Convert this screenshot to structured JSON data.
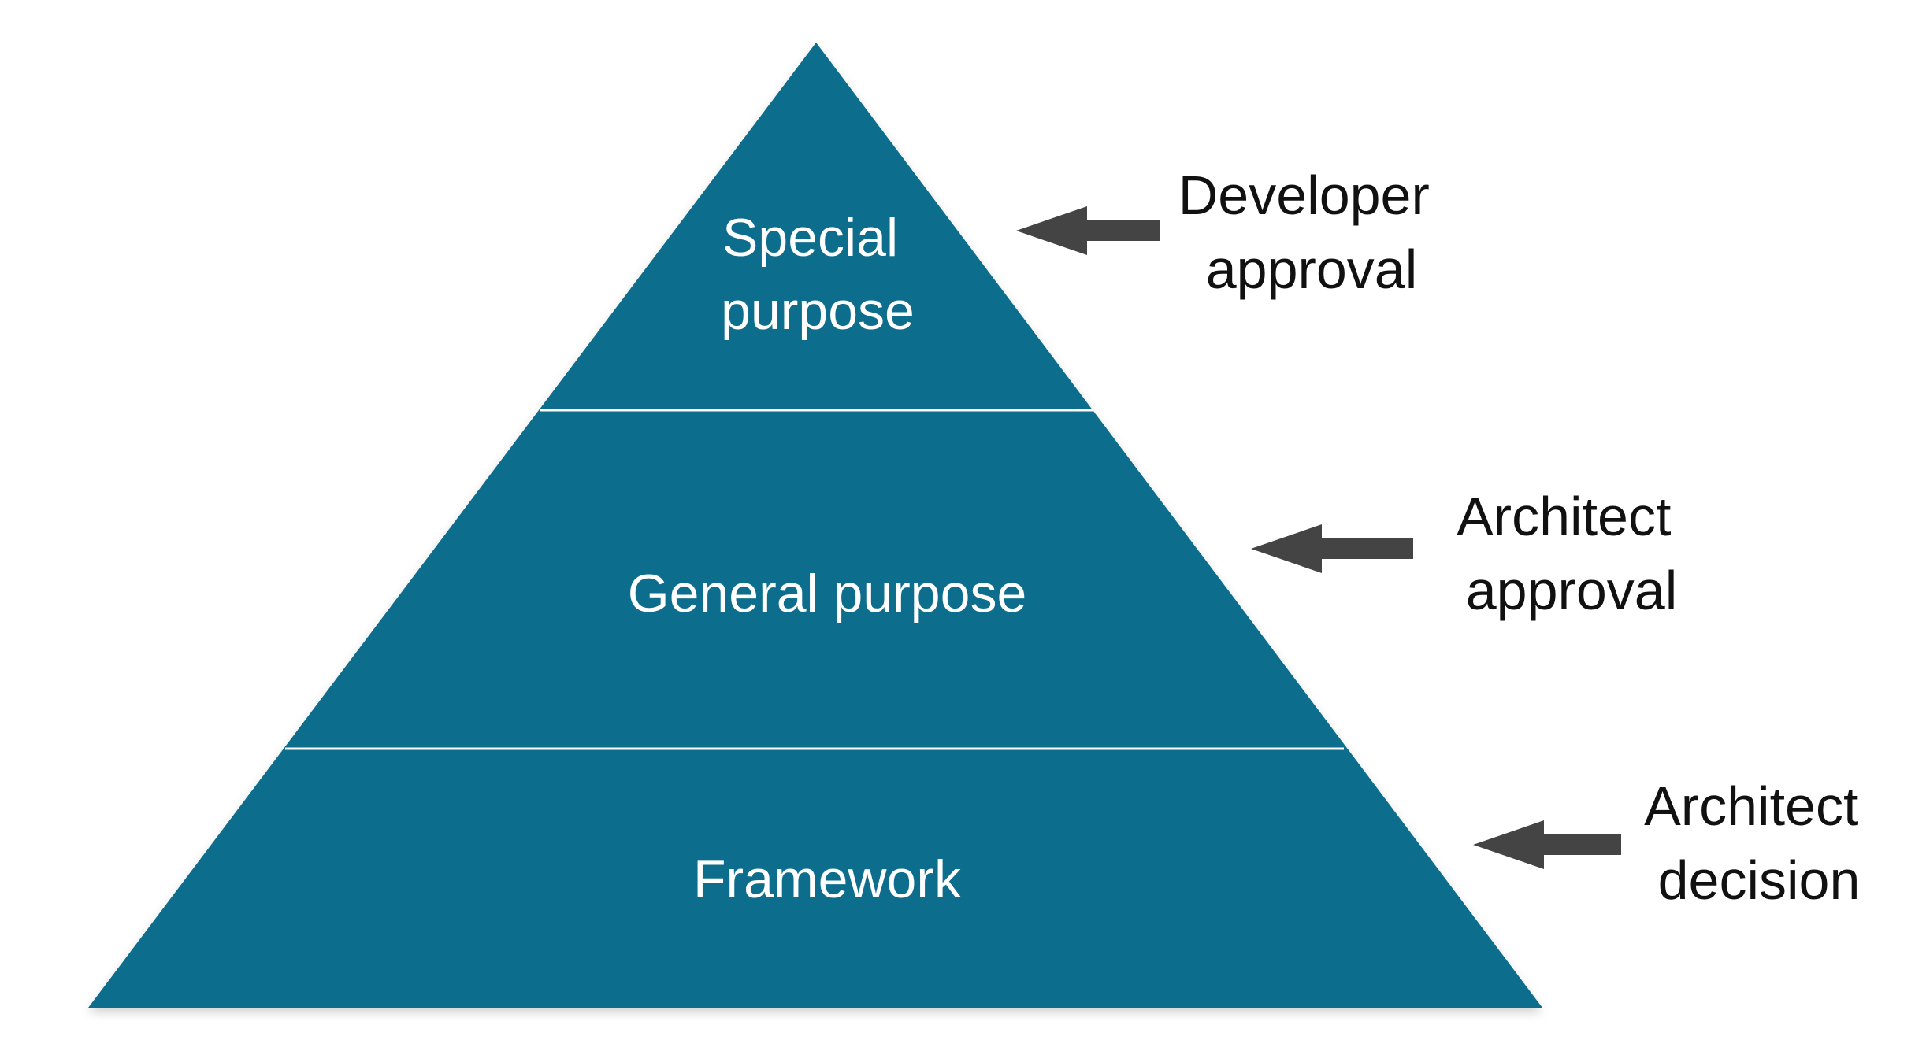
{
  "colors": {
    "pyramid_fill": "#086D8C",
    "divider": "#ffffff",
    "arrow": "#444444",
    "label_text": "#111111",
    "tier_text": "#ffffff"
  },
  "tiers": [
    {
      "id": "special",
      "lines": [
        "Special",
        "purpose"
      ]
    },
    {
      "id": "general",
      "lines": [
        "General purpose"
      ]
    },
    {
      "id": "framework",
      "lines": [
        "Framework"
      ]
    }
  ],
  "annotations": [
    {
      "id": "developer-approval",
      "lines": [
        "Developer",
        "approval"
      ],
      "arrow_icon": "left-arrow-icon"
    },
    {
      "id": "architect-approval",
      "lines": [
        "Architect",
        "approval"
      ],
      "arrow_icon": "left-arrow-icon"
    },
    {
      "id": "architect-decision",
      "lines": [
        "Architect",
        "decision"
      ],
      "arrow_icon": "left-arrow-icon"
    }
  ]
}
